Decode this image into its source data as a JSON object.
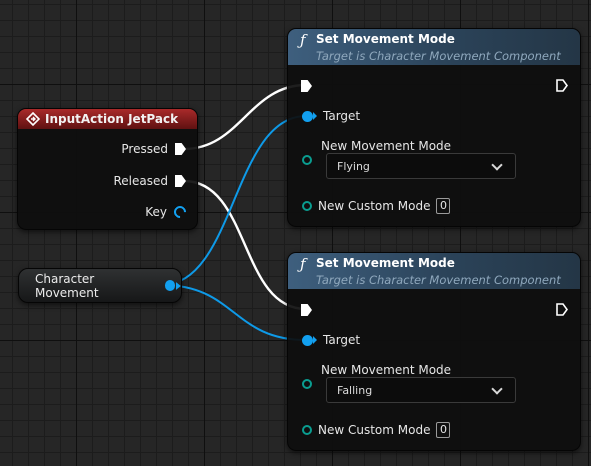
{
  "input_node": {
    "title": "InputAction JetPack",
    "pins": {
      "pressed": "Pressed",
      "released": "Released",
      "key": "Key"
    }
  },
  "variable_node": {
    "label": "Character Movement"
  },
  "set_nodes": [
    {
      "title": "Set Movement Mode",
      "subtitle": "Target is Character Movement Component",
      "target_label": "Target",
      "mode_label": "New Movement Mode",
      "mode_value": "Flying",
      "custom_label": "New Custom Mode",
      "custom_value": "0"
    },
    {
      "title": "Set Movement Mode",
      "subtitle": "Target is Character Movement Component",
      "target_label": "Target",
      "mode_label": "New Movement Mode",
      "mode_value": "Falling",
      "custom_label": "New Custom Mode",
      "custom_value": "0"
    }
  ],
  "icons": {
    "input_event": "diamond-event-icon",
    "function": "function-f-icon",
    "exec_pin": "exec-arrow-icon",
    "object_pin": "blue-dot-icon",
    "dropdown": "chevron-down-icon"
  },
  "colors": {
    "exec_wire": "#ffffff",
    "object_wire": "#0e9ae8",
    "input_header": "#a92a2a",
    "function_header": "#3e5f7e",
    "enum_pin": "#0a9d90"
  }
}
